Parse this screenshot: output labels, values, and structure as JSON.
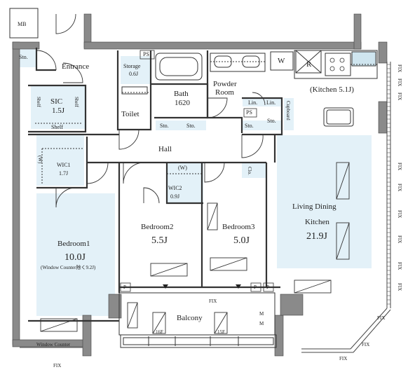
{
  "colors": {
    "wall": "#8a8a8a",
    "wall_dark": "#555555",
    "floor_tint": "#e3f1f8",
    "storage_tint": "#cfe5ef",
    "line": "#333333"
  },
  "rooms": {
    "mb": "MB",
    "sto_entrance": "Sto.",
    "entrance": "Entrance",
    "storage": "Storage",
    "storage_area": "0.6J",
    "ps_top": "PS",
    "bath": "Bath",
    "bath_size": "1620",
    "toilet": "Toilet",
    "powder_room_1": "Powder",
    "powder_room_2": "Room",
    "w": "W",
    "r": "R",
    "kitchen": "(Kitchen  5.1J)",
    "sic": "SIC",
    "sic_area": "1.5J",
    "shelf_left": "Shelf",
    "shelf_right": "Shelf",
    "shelf_bottom": "Shelf",
    "lin_1": "Lin.",
    "lin_2": "Lin.",
    "ps_mid": "PS",
    "cupboard": "Cupboard",
    "sto_hall_1": "Sto.",
    "sto_hall_2": "Sto.",
    "sto_hall_3": "Sto.",
    "sto_hall_4": "Sto.",
    "hall": "Hall",
    "wic1_w": "(W)",
    "wic1": "WIC1",
    "wic1_area": "1.7J",
    "wic2_w": "(W)",
    "wic2": "WIC2",
    "wic2_area": "0.9J",
    "clo": "Clo.",
    "ldk_1": "Living Dining",
    "ldk_2": "Kitchen",
    "ldk_area": "21.9J",
    "bedroom1": "Bedroom1",
    "bedroom1_area": "10.0J",
    "bedroom1_note": "(Window Counter除く9.2J)",
    "bedroom2": "Bedroom2",
    "bedroom2_area": "5.5J",
    "bedroom3": "Bedroom3",
    "bedroom3_area": "5.0J",
    "p_1": "P",
    "p_2": "P",
    "p_3": "P",
    "balcony": "Balcony",
    "ac_1": "M",
    "ac_2": "M",
    "floor_16": "16F",
    "floor_15": "15F",
    "window_counter": "Window Counter"
  },
  "fix_labels": [
    "FIX",
    "FIX",
    "FIX",
    "FIX",
    "FIX",
    "FIX",
    "FIX",
    "FIX",
    "FIX",
    "FIX",
    "FIX",
    "FIX",
    "FIX",
    "FIX"
  ]
}
